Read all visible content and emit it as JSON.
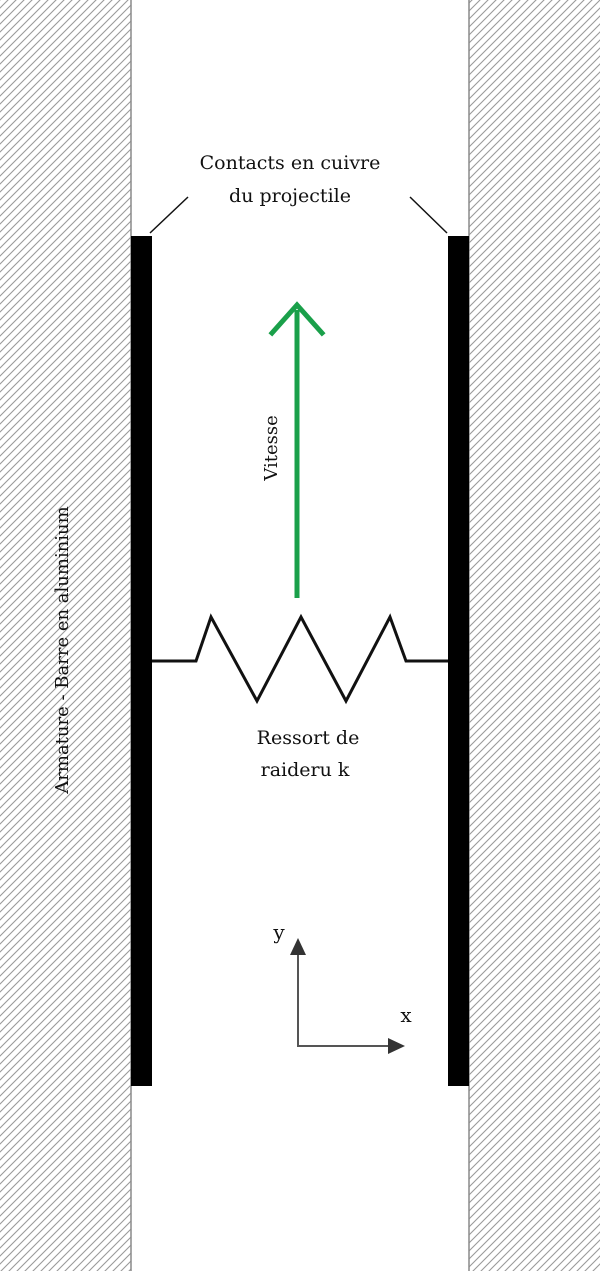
{
  "labels": {
    "contacts_line1": "Contacts en cuivre",
    "contacts_line2": "du projectile",
    "armature": "Armature - Barre en aluminium",
    "velocity": "Vitesse",
    "spring_line1": "Ressort de",
    "spring_line2": "raideru k",
    "axis_y": "y",
    "axis_x": "x"
  },
  "colors": {
    "hatch": "#9a9a9a",
    "contact": "#000000",
    "velocity_arrow": "#1aa04a",
    "axes": "#555555",
    "spring": "#111111"
  }
}
